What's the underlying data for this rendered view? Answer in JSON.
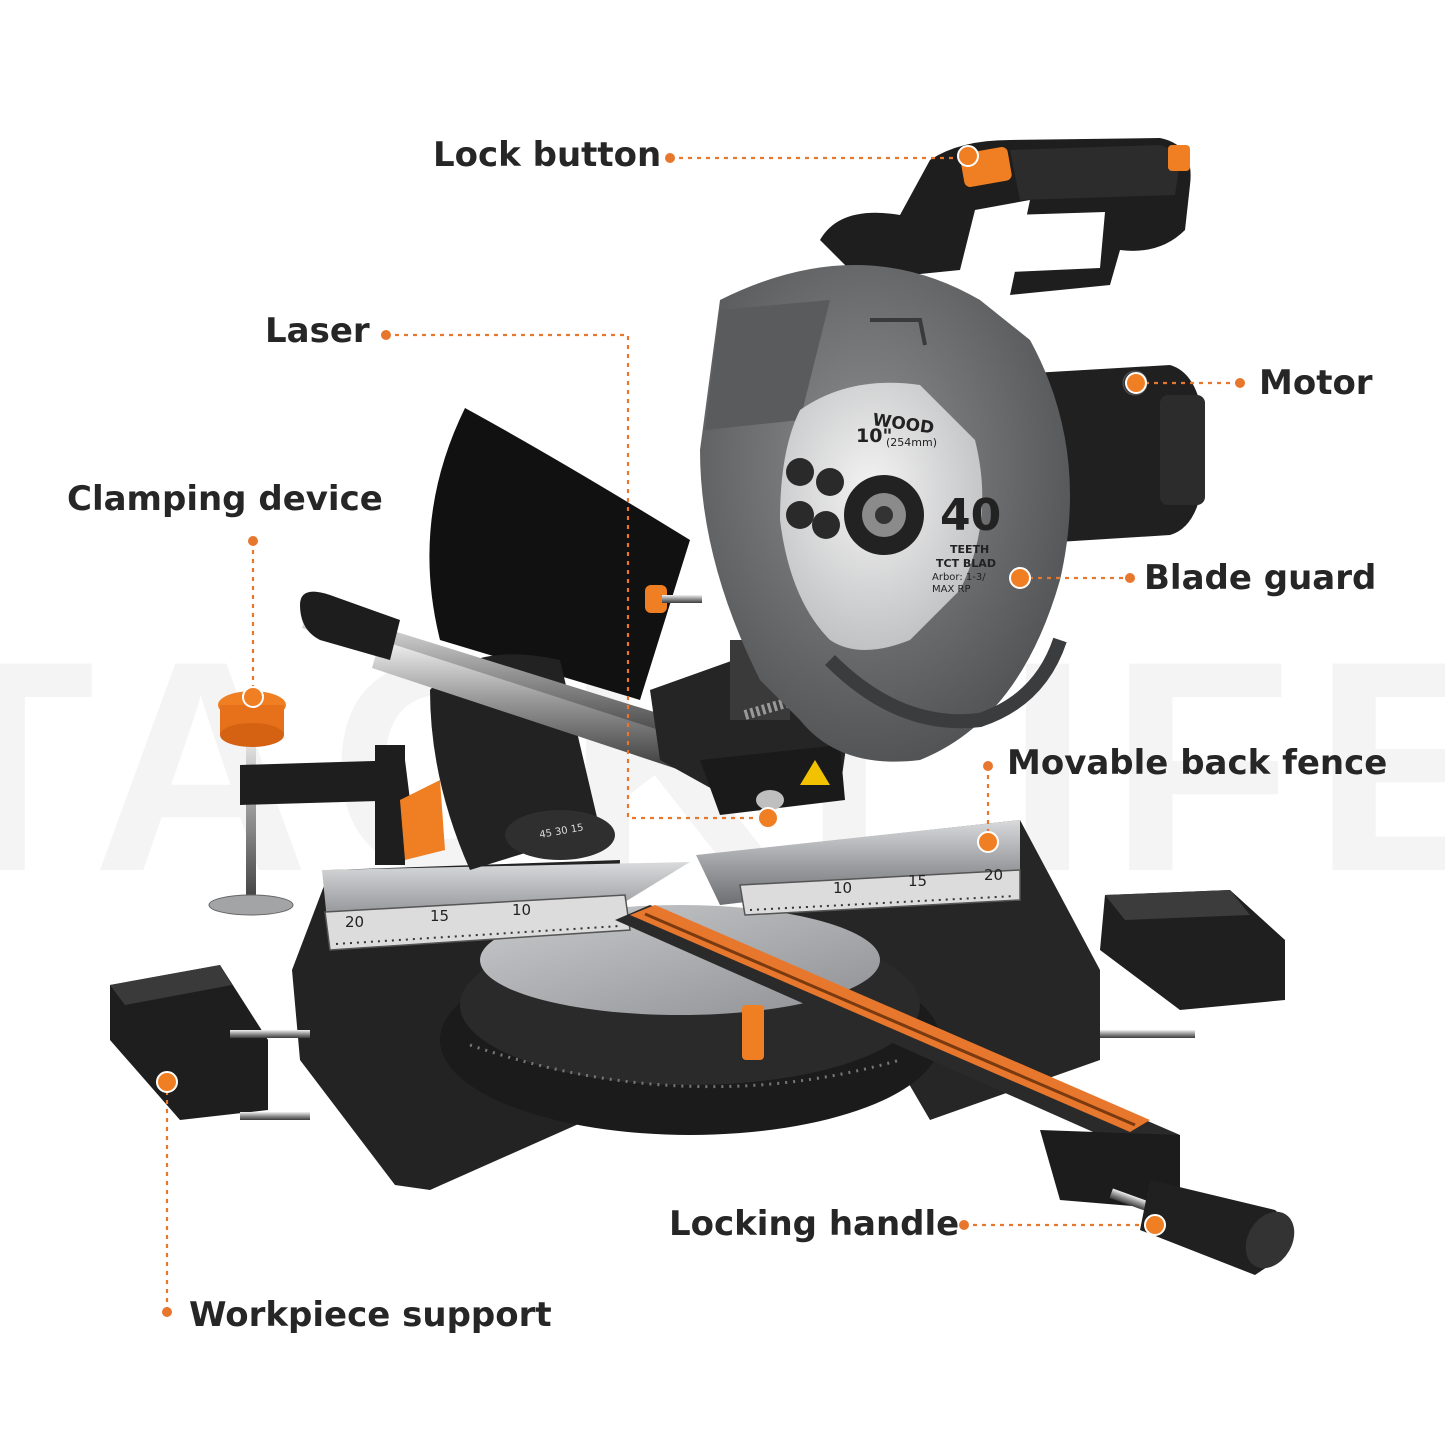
{
  "watermark": "TACKLIFE",
  "colors": {
    "accent": "#e8772e",
    "label": "#262626",
    "body": "#1d1d1d",
    "metal": "#8a8c8f"
  },
  "blade": {
    "line1": "WOOD",
    "line2": "10\"",
    "line3": "(254mm)",
    "teeth_count": "40",
    "teeth_label": "TEETH",
    "blade_type": "TCT BLAD",
    "arbor": "Arbor: 1-3/",
    "max": "MAX RP"
  },
  "scale_left": [
    "20",
    "15",
    "10"
  ],
  "scale_right": [
    "10",
    "15",
    "20"
  ],
  "bevel_scale": "45 30 15",
  "callouts": {
    "lock_button": "Lock button",
    "laser": "Laser",
    "motor": "Motor",
    "clamping_device": "Clamping device",
    "blade_guard": "Blade guard",
    "movable_back_fence": "Movable back fence",
    "locking_handle": "Locking handle",
    "workpiece_support": "Workpiece support"
  }
}
